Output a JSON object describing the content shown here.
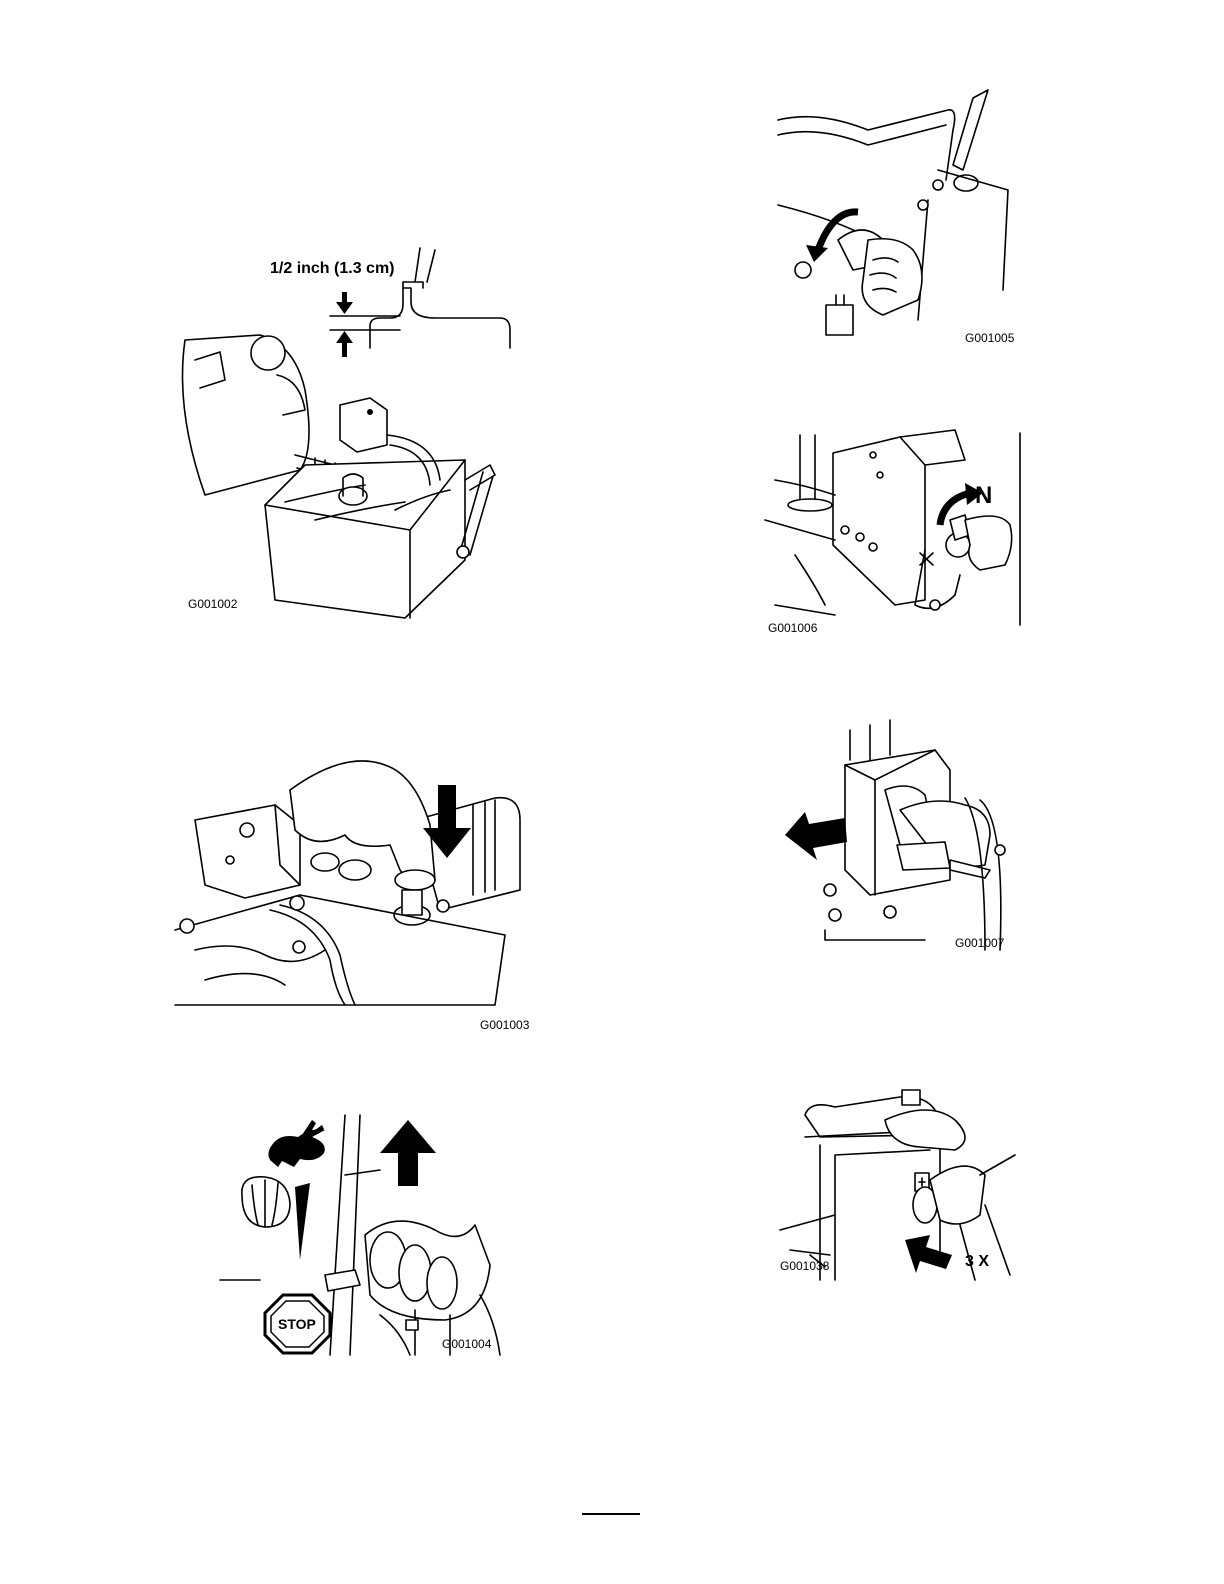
{
  "figures": [
    {
      "id": "fig-fuel-fill",
      "code": "G001002",
      "callout": "1/2 inch (1.3 cm)"
    },
    {
      "id": "fig-fuel-valve",
      "code": "G001005"
    },
    {
      "id": "fig-ignition-key",
      "code": "G001006",
      "callout": "N"
    },
    {
      "id": "fig-primer-plug",
      "code": "G001003"
    },
    {
      "id": "fig-choke-pull",
      "code": "G001007"
    },
    {
      "id": "fig-throttle-lever",
      "code": "G001004",
      "stop_sign_text": "STOP"
    },
    {
      "id": "fig-primer-push",
      "code": "G001038",
      "callout": "3 X"
    }
  ],
  "icons": [
    "arrow-down-icon",
    "arrow-up-icon",
    "curved-arrow-icon",
    "rabbit-icon",
    "stop-sign-icon",
    "arrow-left-icon",
    "hand-icon"
  ]
}
